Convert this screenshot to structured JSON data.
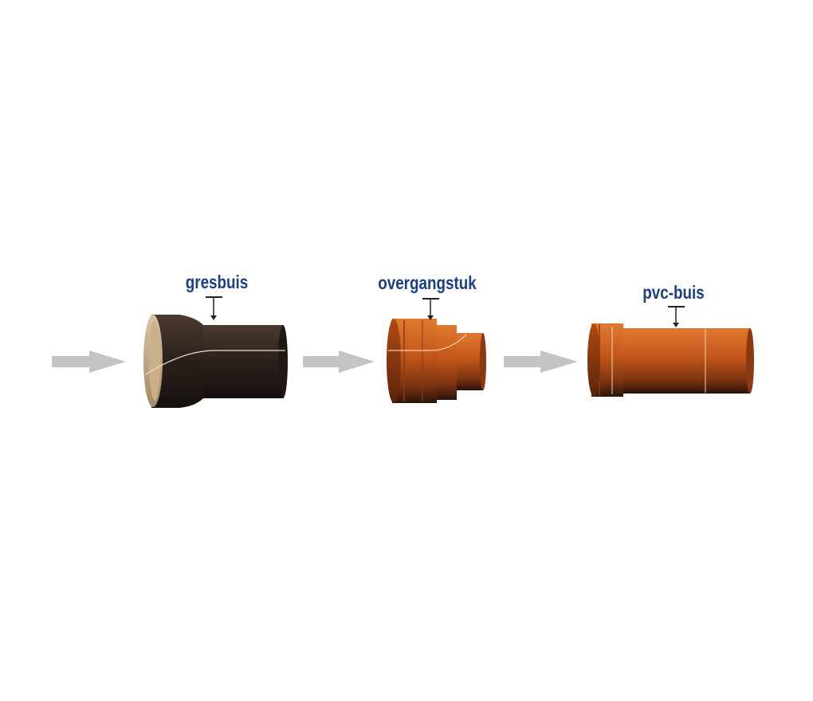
{
  "labels": {
    "clay_pipe": "gresbuis",
    "adapter": "overgangstuk",
    "pvc_pipe": "pvc-buis"
  },
  "colors": {
    "label": "#1d3f7e",
    "arrow": "#c4c4c4",
    "clay": "#2e2420",
    "pvc": "#c45a1c"
  }
}
